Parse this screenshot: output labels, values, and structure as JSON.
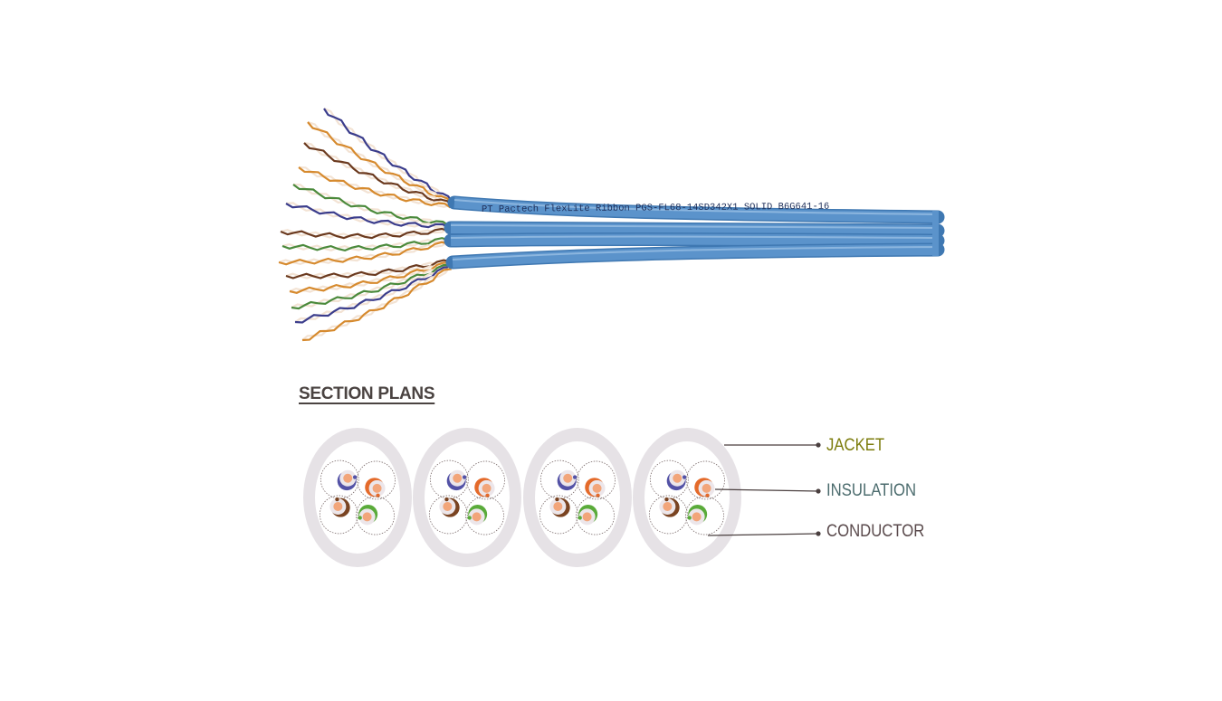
{
  "cable": {
    "print_text": "PT   Pactech   FlexLite  Ribbon PGS-FL68-14SD342X1  SOLID   B6G641-16",
    "jacket_color": "#5b93cb",
    "jacket_stroke": "#3f78b2",
    "pair_colors": [
      "#3b3d8c",
      "#d68a2e",
      "#6b3a1f",
      "#4b8a3c"
    ],
    "subcable_count": 4
  },
  "section": {
    "title": "SECTION PLANS",
    "cross_section_count": 4
  },
  "legend": {
    "jacket": "JACKET",
    "insulation": "INSULATION",
    "conductor": "CONDUCTOR",
    "jacket_color": "#7c7c0c",
    "insulation_color": "#4c6c6e",
    "conductor_color": "#5a4a4c"
  },
  "colors": {
    "blue": "#5352a6",
    "orange": "#e46a2a",
    "brown": "#7a4422",
    "green": "#5aab3a",
    "white_stripe": "#f2a57a",
    "jacket_ring": "#e6e2e6"
  }
}
